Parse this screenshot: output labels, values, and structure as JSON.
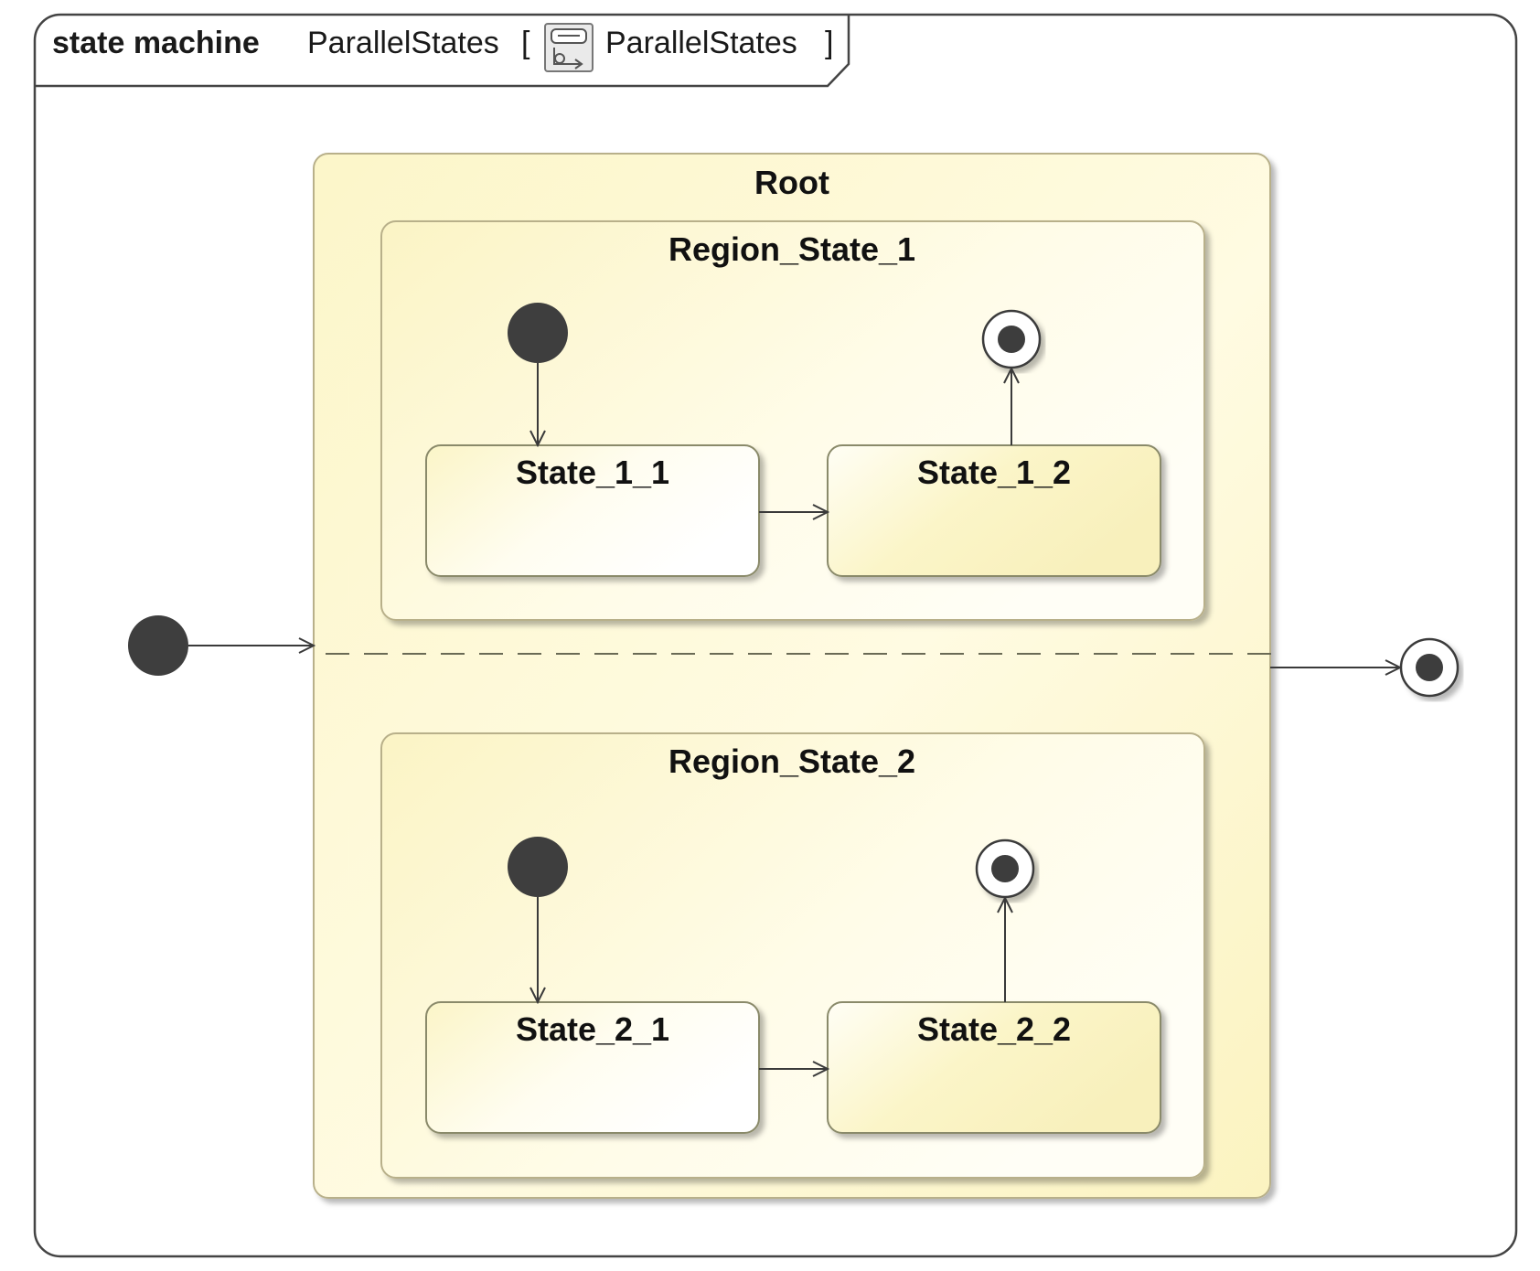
{
  "frame": {
    "kind": "state machine",
    "name": "ParallelStates",
    "open_bracket": "[",
    "icon": "state-machine-icon",
    "reference": "ParallelStates",
    "close_bracket": "]"
  },
  "root": {
    "name": "Root",
    "regions": [
      {
        "name": "Region_State_1",
        "states": [
          "State_1_1",
          "State_1_2"
        ],
        "transitions": [
          {
            "from": "initial",
            "to": "State_1_1"
          },
          {
            "from": "State_1_1",
            "to": "State_1_2"
          },
          {
            "from": "State_1_2",
            "to": "final"
          }
        ]
      },
      {
        "name": "Region_State_2",
        "states": [
          "State_2_1",
          "State_2_2"
        ],
        "transitions": [
          {
            "from": "initial",
            "to": "State_2_1"
          },
          {
            "from": "State_2_1",
            "to": "State_2_2"
          },
          {
            "from": "State_2_2",
            "to": "final"
          }
        ]
      }
    ]
  },
  "top_level_transitions": [
    {
      "from": "initial",
      "to": "Root"
    },
    {
      "from": "Root",
      "to": "final"
    }
  ],
  "colors": {
    "state_fill_light": "#fffff7",
    "state_fill_warm": "#fbf5c4",
    "state_stroke": "#8a8a6a",
    "pseudostate": "#3e3e3e",
    "line": "#3a3a3a",
    "frame_stroke": "#444444"
  }
}
